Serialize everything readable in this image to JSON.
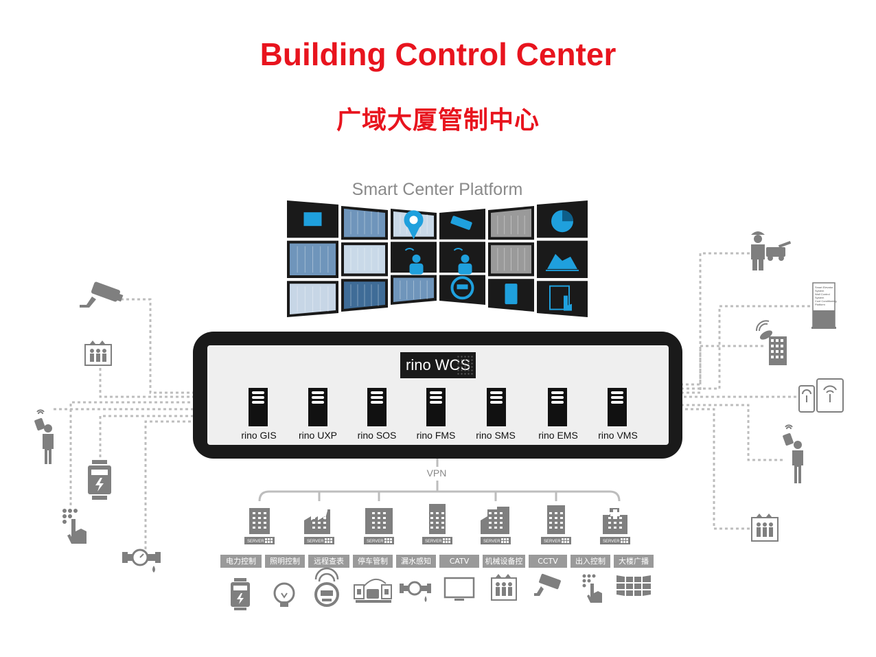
{
  "title": "Building Control Center",
  "subtitle": "广域大厦管制中心",
  "platform_label": "Smart Center Platform",
  "wcs_label": "rino WCS",
  "servers": [
    "rino GIS",
    "rino UXP",
    "rino SOS",
    "rino FMS",
    "rino SMS",
    "rino EMS",
    "rino VMS"
  ],
  "vpn_label": "VPN",
  "server_tag": "SERVER",
  "categories": [
    "电力控制",
    "照明控制",
    "远程查表",
    "停车管制",
    "漏水感知",
    "CATV",
    "机械设备控制",
    "CCTV",
    "出入控制",
    "大楼广播"
  ],
  "kiosk_text": [
    "Smart Elevator",
    "System",
    "Wall Control",
    "System",
    "Cool Conditioning",
    "Platform"
  ],
  "video_wall_tiles": [
    "elevator-icon",
    "building-photo",
    "map-pin-icon",
    "cctv-icon",
    "traffic-photo",
    "pie-chart-icon",
    "building-photo",
    "building-photo",
    "antenna-person-icon",
    "traffic-photo",
    "area-chart-icon",
    "building-photo",
    "building-photo",
    "building-photo",
    "meter-icon",
    "meter-device-icon",
    "keypad-icon"
  ],
  "left_devices": [
    "cctv-camera-icon",
    "elevator-icon",
    "mobile-user-icon",
    "electric-meter-icon",
    "keypad-hand-icon",
    "water-meter-icon"
  ],
  "right_devices": [
    "firefighter-truck-icon",
    "kiosk-icon",
    "satellite-building-icon",
    "mobile-tablet-icon",
    "mobile-user-icon",
    "elevator-icon"
  ],
  "sites": [
    "office-building-icon",
    "factory-icon",
    "office-block-icon",
    "tower-building-icon",
    "town-buildings-icon",
    "skyscraper-icon",
    "hospital-icon"
  ],
  "bottom_devices": [
    "electric-meter-icon",
    "light-bulb-icon",
    "meter-icon",
    "parking-icon",
    "water-meter-icon",
    "tv-icon",
    "elevator-icon",
    "cctv-icon",
    "keypad-hand-icon",
    "video-wall-icon"
  ],
  "colors": {
    "accent": "#e8141e",
    "icon_gray": "#7f7f7f",
    "line_gray": "#bdbdbd",
    "tile_blue": "#1fa0dd",
    "frame_dark": "#1a1a1a"
  }
}
